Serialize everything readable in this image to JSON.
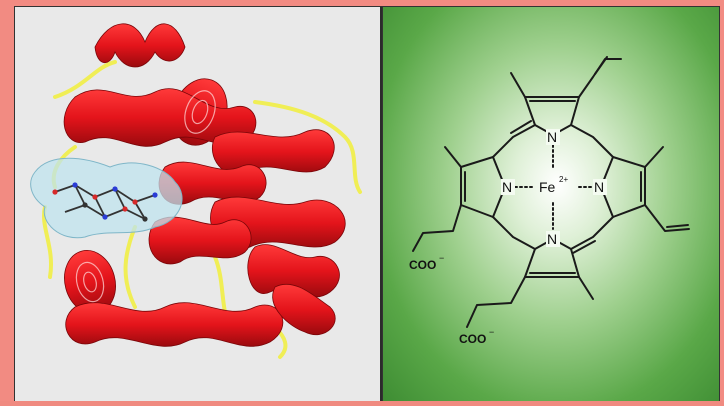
{
  "colors": {
    "border": "#f28b82",
    "protein_helix": "#e4141b",
    "protein_loop": "#f0ee55",
    "heme_surface": "#bfe3ee",
    "left_background": "#e9e9e9",
    "right_gradient_center": "#ffffff",
    "right_gradient_edge": "#3e8d33",
    "bond": "#1a1a1a"
  },
  "left_panel": {
    "icon": "protein-ribbon-structure"
  },
  "right_panel": {
    "icon": "heme-porphyrin-structure",
    "atoms": {
      "n_top": "N",
      "n_left": "N",
      "n_right": "N",
      "n_bottom": "N",
      "metal": "Fe",
      "metal_charge": "2+",
      "carboxylate_1": "COO",
      "carboxylate_1_charge": "−",
      "carboxylate_2": "COO",
      "carboxylate_2_charge": "−"
    }
  }
}
